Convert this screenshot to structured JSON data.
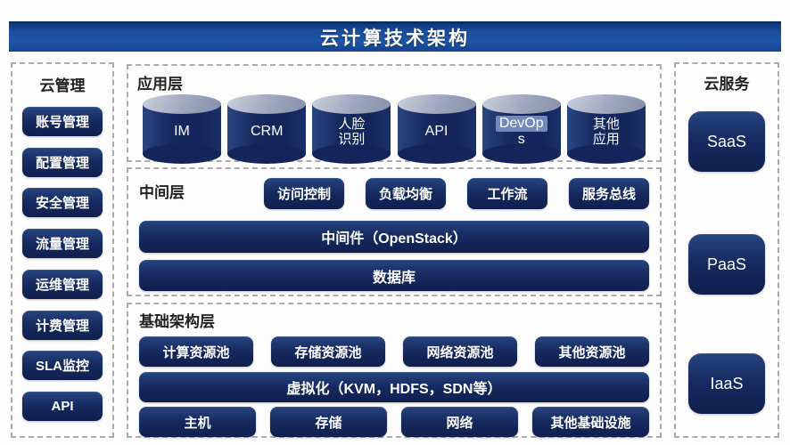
{
  "title": "云计算技术架构",
  "cloud_management": {
    "header": "云管理",
    "items": [
      "账号管理",
      "配置管理",
      "安全管理",
      "流量管理",
      "运维管理",
      "计费管理",
      "SLA监控",
      "API"
    ]
  },
  "application_layer": {
    "label": "应用层",
    "cylinders": [
      "IM",
      "CRM",
      "人脸\n识别",
      "API",
      "DevOps",
      "其他\n应用"
    ],
    "devops_display": {
      "highlighted": "DevOp",
      "tail": "s"
    }
  },
  "middle_layer": {
    "label": "中间层",
    "buttons": [
      "访问控制",
      "负载均衡",
      "工作流",
      "服务总线"
    ],
    "middleware_bar": "中间件（OpenStack）",
    "database_bar": "数据库"
  },
  "infrastructure_layer": {
    "label": "基础架构层",
    "resource_pools": [
      "计算资源池",
      "存储资源池",
      "网络资源池",
      "其他资源池"
    ],
    "virtualization_bar": "虚拟化（KVM，HDFS，SDN等）",
    "hardware": [
      "主机",
      "存储",
      "网络",
      "其他基础设施"
    ]
  },
  "cloud_services": {
    "header": "云服务",
    "items": [
      "SaaS",
      "PaaS",
      "IaaS"
    ]
  },
  "colors": {
    "banner_blue": "#1b4d9b",
    "box_navy": "#16295f",
    "cylinder_top": "#99a3ba",
    "devops_highlight": "#7388bb",
    "dashed_border": "#ababab"
  }
}
